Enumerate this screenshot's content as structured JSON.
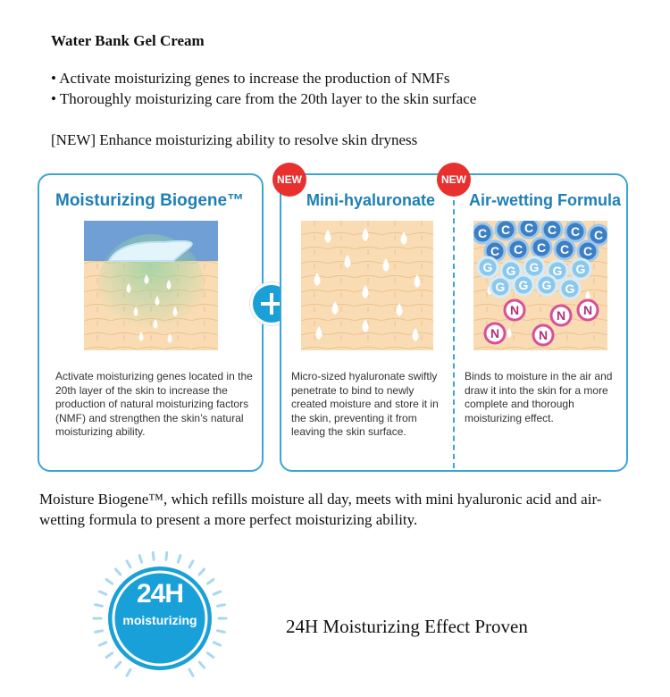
{
  "product": {
    "title": "Water Bank Gel Cream",
    "bullets": [
      "• Activate moisturizing genes to increase the production of NMFs",
      "•  Thoroughly moisturizing care from the 20th layer to the skin surface"
    ],
    "new_line": "[NEW] Enhance moisturizing ability to resolve skin dryness"
  },
  "panels": {
    "biogene": {
      "heading": "Moisturizing Biogene™",
      "description": "Activate moisturizing genes located in the 20th layer of the skin to increase the production of natural moisturizing factors (NMF) and strengthen the skin’s natural moisturizing ability."
    },
    "hyaluronate": {
      "badge": "NEW",
      "heading": "Mini-hyaluronate",
      "description": "Micro-sized hyaluronate swiftly penetrate to bind to newly created moisture and store it in the skin, preventing it from leaving the skin surface."
    },
    "airwetting": {
      "badge": "NEW",
      "heading": "Air-wetting Formula",
      "description": "Binds to moisture in the air and draw it into the skin for a more complete and thorough moisturizing effect.",
      "molecule_labels": {
        "c": "C",
        "g": "G",
        "n": "N"
      }
    }
  },
  "summary": "Moisture Biogene™, which refills moisture all day, meets with mini hyaluronic acid and air-wetting formula to present a more perfect moisturizing ability.",
  "badge_24h": {
    "big": "24H",
    "small": "moisturizing"
  },
  "effect_text": "24H Moisturizing Effect Proven",
  "colors": {
    "accent_blue": "#1e7fb6",
    "border_blue": "#3aa6d3",
    "badge_red": "#e8312f",
    "skin_peach": "#f9dcb4",
    "water_blue": "#6f9fd4"
  },
  "icons": [
    "plus-icon",
    "water-drop-icon",
    "clock-dial-icon"
  ]
}
